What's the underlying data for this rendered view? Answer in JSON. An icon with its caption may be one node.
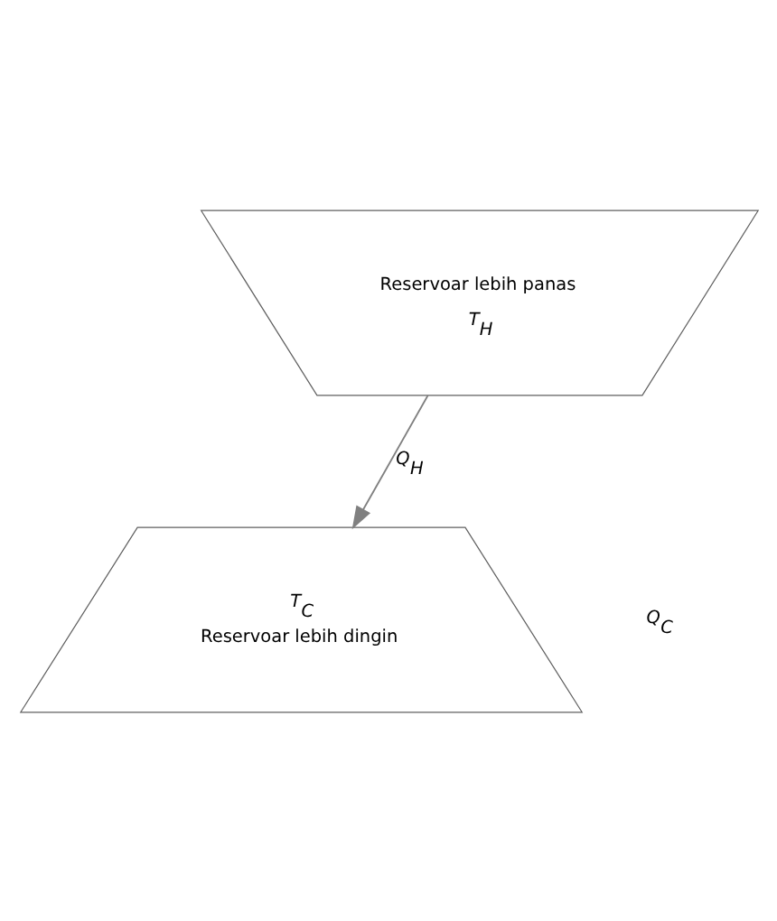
{
  "diagram": {
    "nodes": [
      {
        "text": [
          "Reservoar lebih panas",
          "T$_{H}$"
        ]
      },
      {
        "text": [
          "T$_{C}$",
          "Reservoar lebih dingin"
        ]
      }
    ],
    "edges": [
      {
        "from": 0,
        "to": 1,
        "arrow": "to",
        "label": "Q$_{H}$"
      }
    ],
    "labels": [
      "Q$_{C}$"
    ]
  }
}
